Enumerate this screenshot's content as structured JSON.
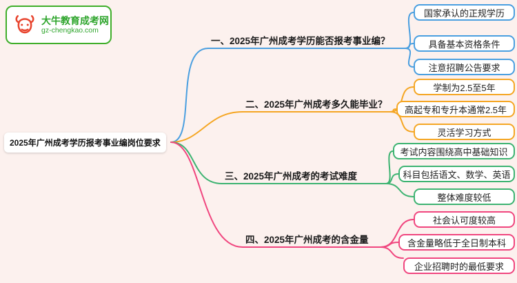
{
  "page": {
    "background": "#fcf1ee"
  },
  "logo": {
    "site_name": "大牛教育成考网",
    "site_url": "gz-chengkao.com",
    "border_color": "#3fae2a",
    "text_color": "#2ea52c",
    "icon_color": "#e8442e"
  },
  "root": {
    "label": "2025年广州成考学历报考事业编岗位要求"
  },
  "branches": [
    {
      "label": "一、2025年广州成考学历能否报考事业编？",
      "color": "#4a9fe0",
      "children": [
        "国家承认的正规学历",
        "具备基本资格条件",
        "注意招聘公告要求"
      ]
    },
    {
      "label": "二、2025年广州成考多久能毕业？",
      "color": "#f5a623",
      "children": [
        "学制为2.5至5年",
        "高起专和专升本通常2.5年",
        "灵活学习方式"
      ]
    },
    {
      "label": "三、2025年广州成考的考试难度",
      "color": "#3cb371",
      "children": [
        "考试内容围绕高中基础知识",
        "科目包括语文、数学、英语",
        "整体难度较低"
      ]
    },
    {
      "label": "四、2025年广州成考的含金量",
      "color": "#f0457e",
      "children": [
        "社会认可度较高",
        "含金量略低于全日制本科",
        "企业招聘时的最低要求"
      ]
    }
  ]
}
